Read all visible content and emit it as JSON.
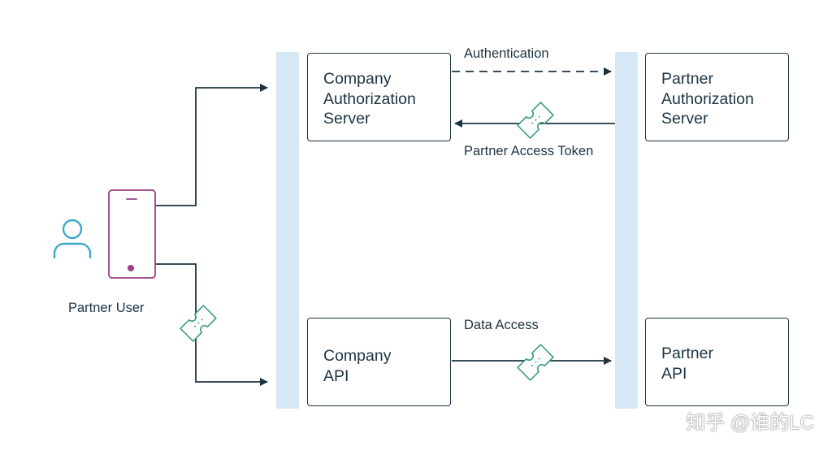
{
  "nodes": {
    "company_auth_server": {
      "lines": [
        "Company",
        "Authorization",
        "Server"
      ]
    },
    "partner_auth_server": {
      "lines": [
        "Partner",
        "Authorization",
        "Server"
      ]
    },
    "company_api": {
      "lines": [
        "Company",
        "API"
      ]
    },
    "partner_api": {
      "lines": [
        "Partner",
        "API"
      ]
    }
  },
  "labels": {
    "authentication": "Authentication",
    "partner_access_token": "Partner Access Token",
    "data_access": "Data Access",
    "partner_user": "Partner User"
  },
  "icons": {
    "user": "person-outline-icon",
    "phone": "smartphone-icon",
    "ticket": "ticket-icon"
  },
  "colors": {
    "ink": "#1c3342",
    "boundary_bar": "#d6e8f6",
    "user_icon": "#3fa9c9",
    "phone": "#9c3c86",
    "ticket": "#3a9c86"
  },
  "watermark": "知乎 @谁的LC"
}
